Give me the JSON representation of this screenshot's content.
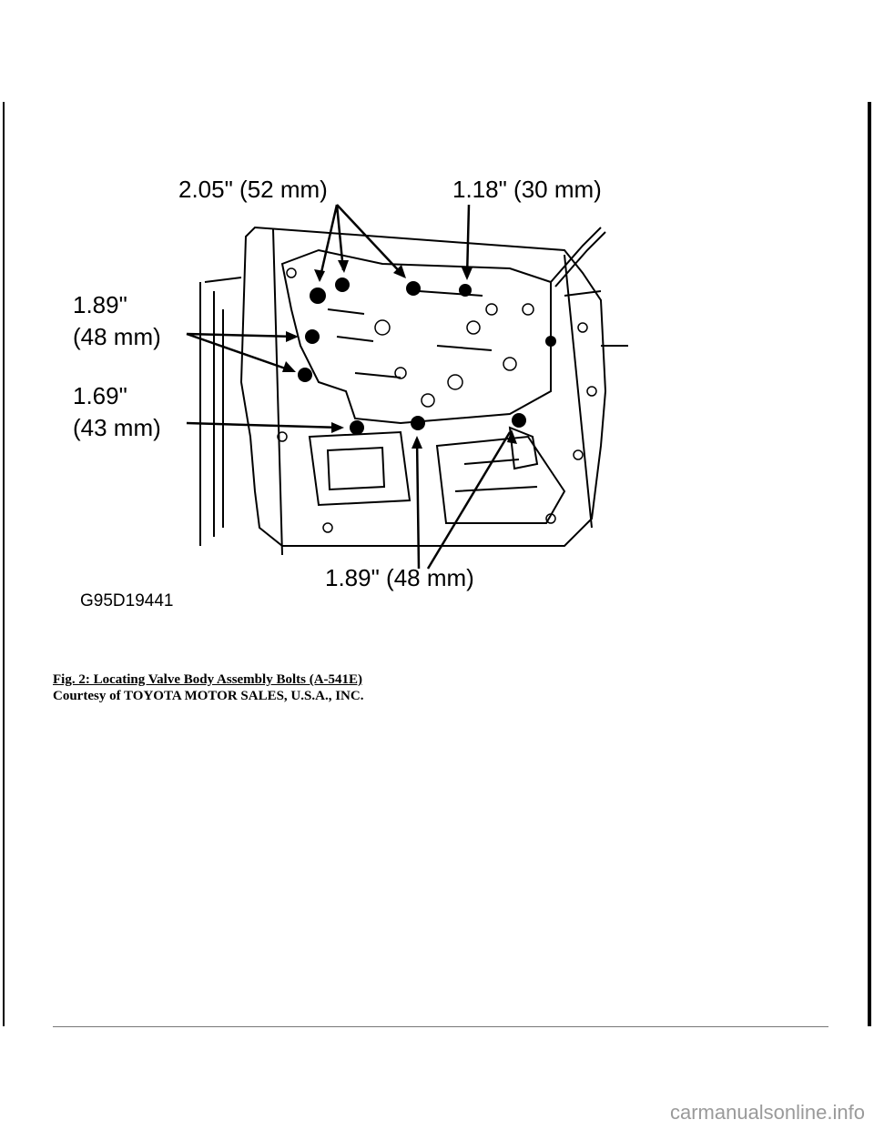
{
  "figure": {
    "labels": {
      "top_left": "2.05\" (52 mm)",
      "top_right": "1.18\" (30 mm)",
      "left_upper_line1": "1.89\"",
      "left_upper_line2": "(48 mm)",
      "left_lower_line1": "1.69\"",
      "left_lower_line2": "(43 mm)",
      "bottom": "1.89\" (48 mm)"
    },
    "code": "G95D19441"
  },
  "caption": {
    "title": "Fig. 2: Locating Valve Body Assembly Bolts (A-541E)",
    "courtesy": "Courtesy of TOYOTA MOTOR SALES, U.S.A., INC."
  },
  "watermark": "carmanualsonline.info"
}
